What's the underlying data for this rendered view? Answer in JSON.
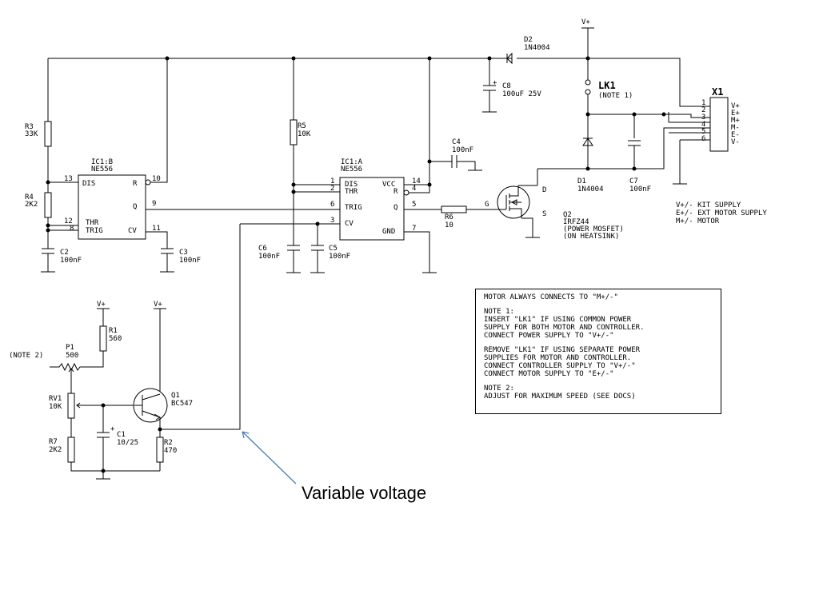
{
  "schematic": {
    "supply": {
      "vplus_top": "V+",
      "vplus_r1": "V+",
      "vplus_q1": "V+"
    },
    "ic1b": {
      "ref": "IC1:B",
      "part": "NE556",
      "pins": {
        "dis": "DIS",
        "r": "R",
        "q": "Q",
        "thr": "THR",
        "trig": "TRIG",
        "cv": "CV"
      },
      "pin_numbers": {
        "dis": "13",
        "r": "10",
        "q": "9",
        "thr": "12",
        "trig": "8",
        "cv": "11"
      }
    },
    "ic1a": {
      "ref": "IC1:A",
      "part": "NE556",
      "pins": {
        "dis": "DIS",
        "thr": "THR",
        "trig": "TRIG",
        "cv": "CV",
        "vcc": "VCC",
        "r": "R",
        "q": "Q",
        "gnd": "GND"
      },
      "pin_numbers": {
        "dis": "1",
        "thr": "2",
        "trig": "6",
        "cv": "3",
        "vcc": "14",
        "r": "4",
        "q": "5",
        "gnd": "7"
      }
    },
    "components": {
      "r3": {
        "ref": "R3",
        "value": "33K"
      },
      "r4": {
        "ref": "R4",
        "value": "2K2"
      },
      "c2": {
        "ref": "C2",
        "value": "100nF"
      },
      "c3": {
        "ref": "C3",
        "value": "100nF"
      },
      "r5": {
        "ref": "R5",
        "value": "10K"
      },
      "c6": {
        "ref": "C6",
        "value": "100nF"
      },
      "c5": {
        "ref": "C5",
        "value": "100nF"
      },
      "c4": {
        "ref": "C4",
        "value": "100nF"
      },
      "r6": {
        "ref": "R6",
        "value": "10"
      },
      "q2": {
        "ref": "Q2",
        "value": "IRFZ44",
        "note1": "(POWER MOSFET)",
        "note2": "(ON HEATSINK)",
        "gate": "G",
        "drain": "D",
        "source": "S"
      },
      "d2": {
        "ref": "D2",
        "value": "1N4004"
      },
      "c8": {
        "ref": "C8",
        "value": "100uF 25V"
      },
      "lk1": {
        "ref": "LK1",
        "note": "(NOTE 1)"
      },
      "d1": {
        "ref": "D1",
        "value": "1N4004"
      },
      "c7": {
        "ref": "C7",
        "value": "100nF"
      },
      "r1": {
        "ref": "R1",
        "value": "560"
      },
      "p1": {
        "ref": "P1",
        "value": "500",
        "note": "(NOTE 2)"
      },
      "rv1": {
        "ref": "RV1",
        "value": "10K"
      },
      "r7": {
        "ref": "R7",
        "value": "2K2"
      },
      "c1": {
        "ref": "C1",
        "value": "10/25"
      },
      "q1": {
        "ref": "Q1",
        "value": "BC547"
      },
      "r2": {
        "ref": "R2",
        "value": "470"
      }
    },
    "connector": {
      "ref": "X1",
      "pins": [
        "1",
        "2",
        "3",
        "4",
        "5",
        "6"
      ],
      "labels": [
        "V+",
        "E+",
        "M+",
        "M-",
        "E-",
        "V-"
      ]
    },
    "legend": [
      "V+/- KIT SUPPLY",
      "E+/- EXT MOTOR SUPPLY",
      "M+/- MOTOR"
    ]
  },
  "notes": {
    "line1": "MOTOR ALWAYS CONNECTS TO \"M+/-\"",
    "note1_title": "NOTE 1:",
    "note1_text": "INSERT \"LK1\" IF USING COMMON POWER\nSUPPLY FOR BOTH MOTOR AND CONTROLLER.\nCONNECT POWER SUPPLY TO \"V+/-\"",
    "note1_text2": "REMOVE \"LK1\" IF USING SEPARATE POWER\nSUPPLIES FOR MOTOR AND CONTROLLER.\nCONNECT CONTROLLER SUPPLY TO \"V+/-\"\nCONNECT MOTOR SUPPLY TO \"E+/-\"",
    "note2_title": "NOTE 2:",
    "note2_text": "ADJUST FOR MAXIMUM SPEED (SEE DOCS)"
  },
  "annotation": {
    "caption": "Variable voltage",
    "arrow_color": "#4a7ebb"
  }
}
